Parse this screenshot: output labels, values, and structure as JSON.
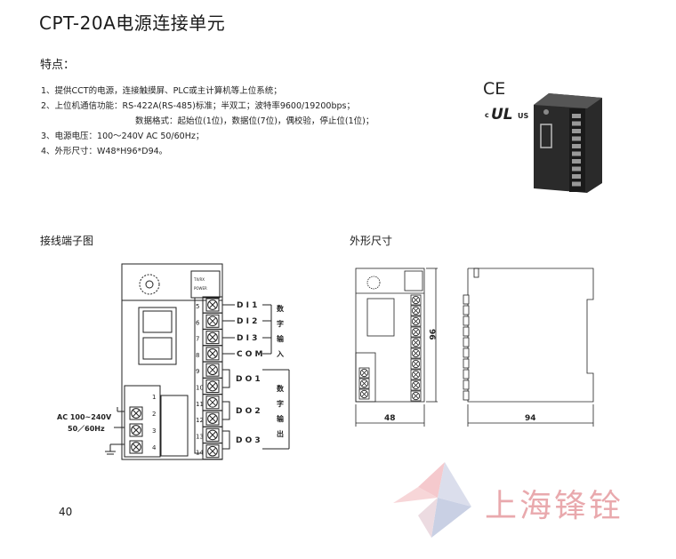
{
  "title": "CPT-20A电源连接单元",
  "features": {
    "heading": "特点：",
    "items": [
      "1、提供CCT的电源，连接触摸屏、PLC或主计算机等上位系统；",
      "2、上位机通信功能：RS-422A(RS-485)标准；半双工；波特率9600/19200bps；",
      "数据格式：起始位(1位)，数据位(7位)，偶校验，停止位(1位)；",
      "3、电源电压：100～240V AC 50/60Hz；",
      "4、外形尺寸：W48*H96*D94。"
    ]
  },
  "certifications": {
    "ce": "CE",
    "ul_left": "c",
    "ul_mid": "UL",
    "ul_right": "US"
  },
  "wiring": {
    "heading": "接线端子图",
    "terminals": [
      "5",
      "6",
      "7",
      "8",
      "9",
      "10",
      "11",
      "12",
      "13",
      "14"
    ],
    "power_terminals": [
      "1",
      "2",
      "3",
      "4"
    ],
    "di_labels": [
      "D I 1",
      "D I 2",
      "D I 3",
      "C O M"
    ],
    "do_labels": [
      "D O 1",
      "D O 2",
      "D O 3"
    ],
    "di_group": [
      "数",
      "字",
      "输",
      "入"
    ],
    "do_group": [
      "数",
      "字",
      "输",
      "出"
    ],
    "ac_label": "AC 100~240V",
    "freq_label": "50／60Hz",
    "indicator_top": "TX/RX",
    "indicator_bottom": "POWER"
  },
  "dimensions": {
    "heading": "外形尺寸",
    "width": "48",
    "height": "96",
    "depth": "94"
  },
  "page_number": "40",
  "watermark": {
    "text": "上海锋铨"
  }
}
